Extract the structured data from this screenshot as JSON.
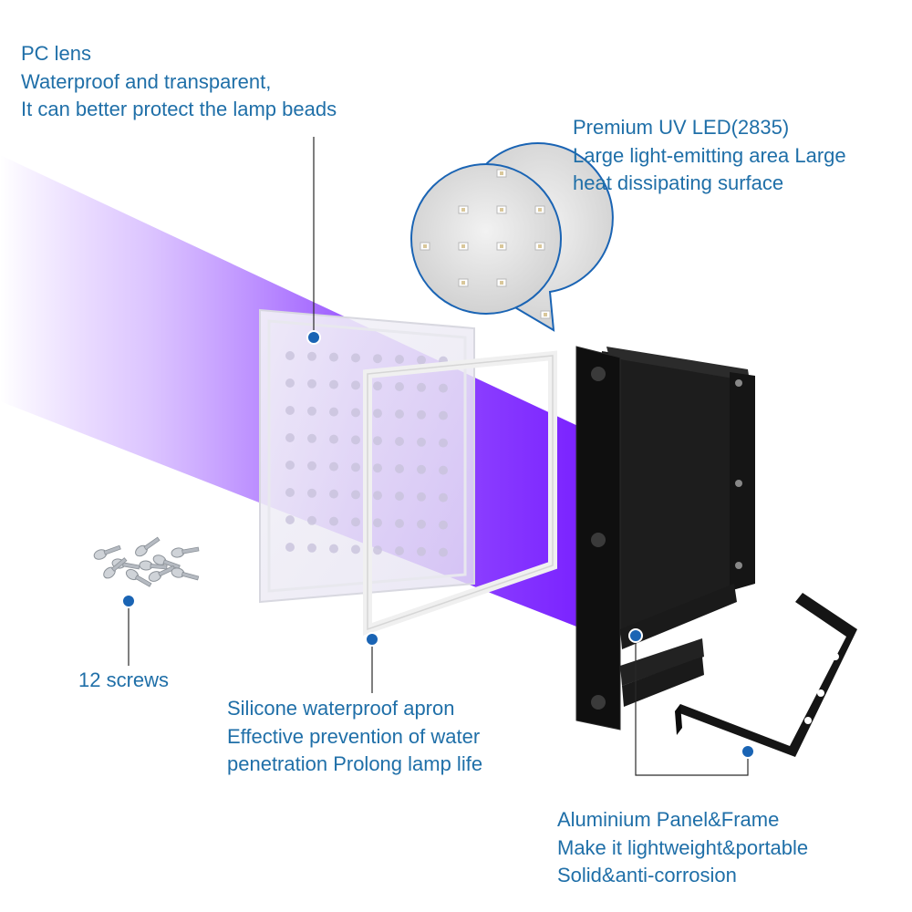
{
  "colors": {
    "label_text": "#1f6fa8",
    "callout_dot": "#1a64b4",
    "uv_beam": "#8a3cff",
    "panel_body": "#111111",
    "background": "#ffffff"
  },
  "icons": {
    "screws": "screws-icon",
    "led_zoom": "magnifier-bubble-icon",
    "bracket": "mounting-bracket-icon"
  },
  "callouts": {
    "pc_lens": {
      "lines": [
        "PC lens",
        "Waterproof and transparent,",
        "It can better protect the lamp beads"
      ]
    },
    "uv_led": {
      "lines": [
        "Premium UV LED(2835)",
        "Large light-emitting area Large",
        "heat dissipating surface"
      ]
    },
    "screws": {
      "lines": [
        "12 screws"
      ]
    },
    "apron": {
      "lines": [
        "Silicone waterproof apron",
        "Effective prevention of water",
        "penetration Prolong lamp life"
      ]
    },
    "panel": {
      "lines": [
        "Aluminium Panel&Frame",
        "Make it lightweight&portable",
        "Solid&anti-corrosion"
      ]
    }
  }
}
